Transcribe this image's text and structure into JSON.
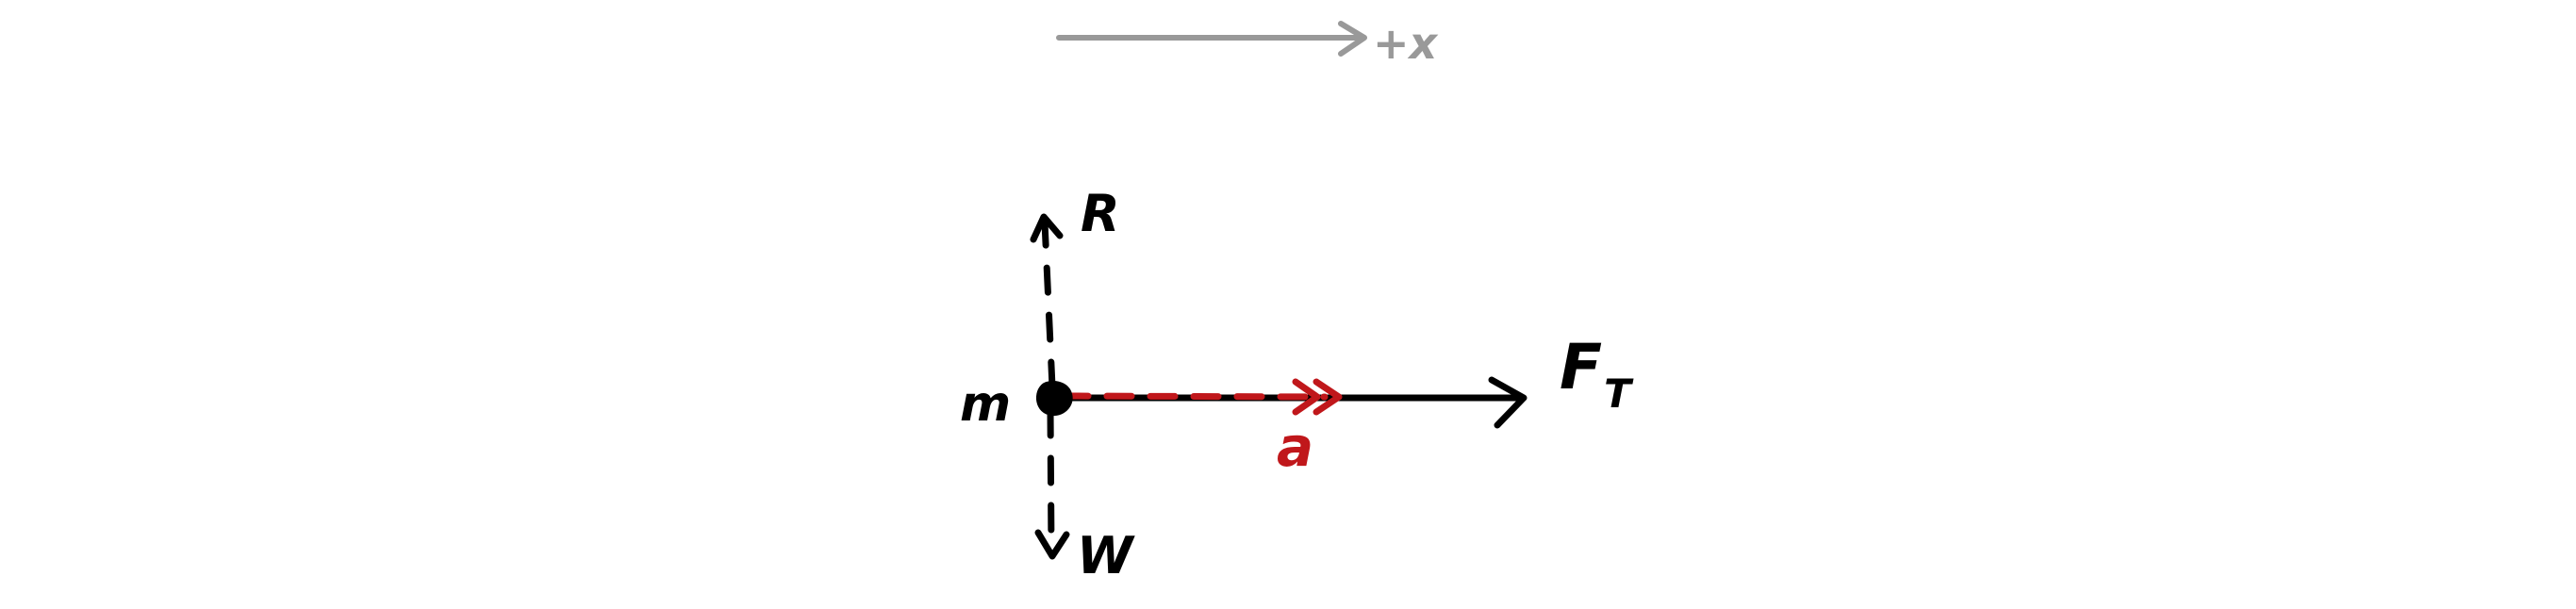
{
  "diagram": {
    "axis": {
      "label": "+x"
    },
    "mass": {
      "label": "m"
    },
    "forces": {
      "reaction": {
        "label": "R"
      },
      "weight": {
        "label": "W"
      },
      "tension": {
        "label": "F",
        "subscript": "T"
      }
    },
    "acceleration": {
      "label": "a"
    },
    "colors": {
      "axis": "#999999",
      "force": "#000000",
      "acceleration": "#c0171b"
    }
  }
}
